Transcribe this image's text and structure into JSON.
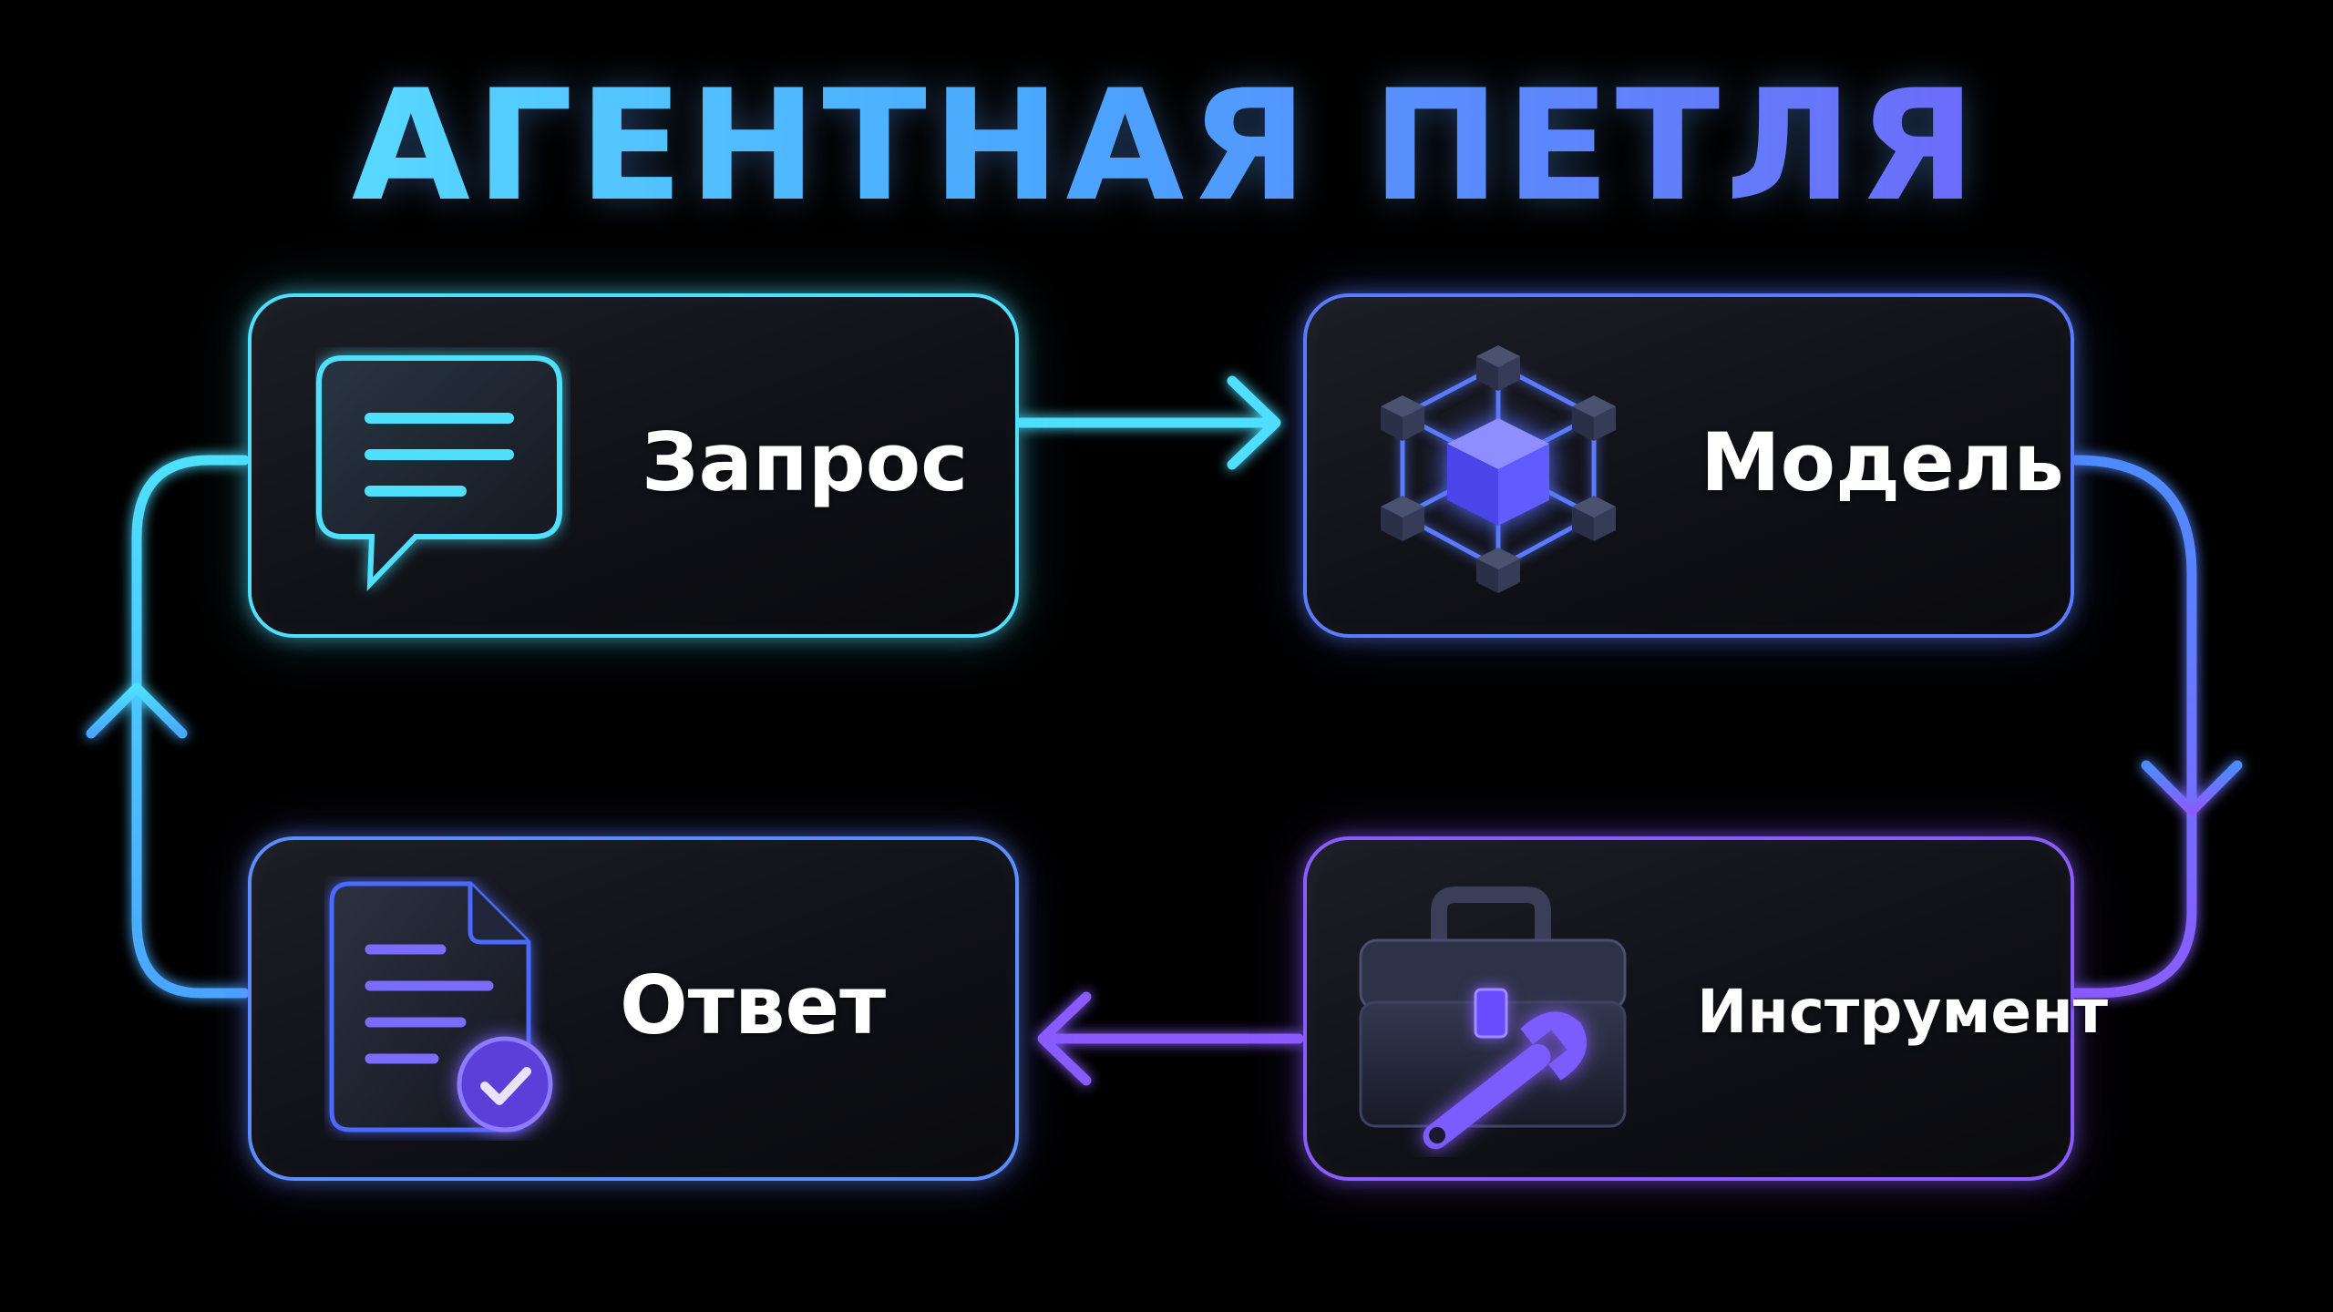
{
  "title": "АГЕНТНАЯ ПЕТЛЯ",
  "nodes": {
    "request": {
      "label": "Запрос",
      "icon": "chat-bubble-icon",
      "color": "#4fe0ff"
    },
    "model": {
      "label": "Модель",
      "icon": "cube-network-icon",
      "color": "#5a7bff"
    },
    "tool": {
      "label": "Инструмент",
      "icon": "toolbox-wrench-icon",
      "color": "#8a5cff"
    },
    "answer": {
      "label": "Ответ",
      "icon": "document-check-icon",
      "color": "#5b8dff"
    }
  },
  "flow": [
    "request",
    "model",
    "tool",
    "answer",
    "request"
  ],
  "colors": {
    "background": "#000000",
    "cyan": "#4fe0ff",
    "blue": "#4d8cff",
    "violet": "#8a5cff"
  }
}
